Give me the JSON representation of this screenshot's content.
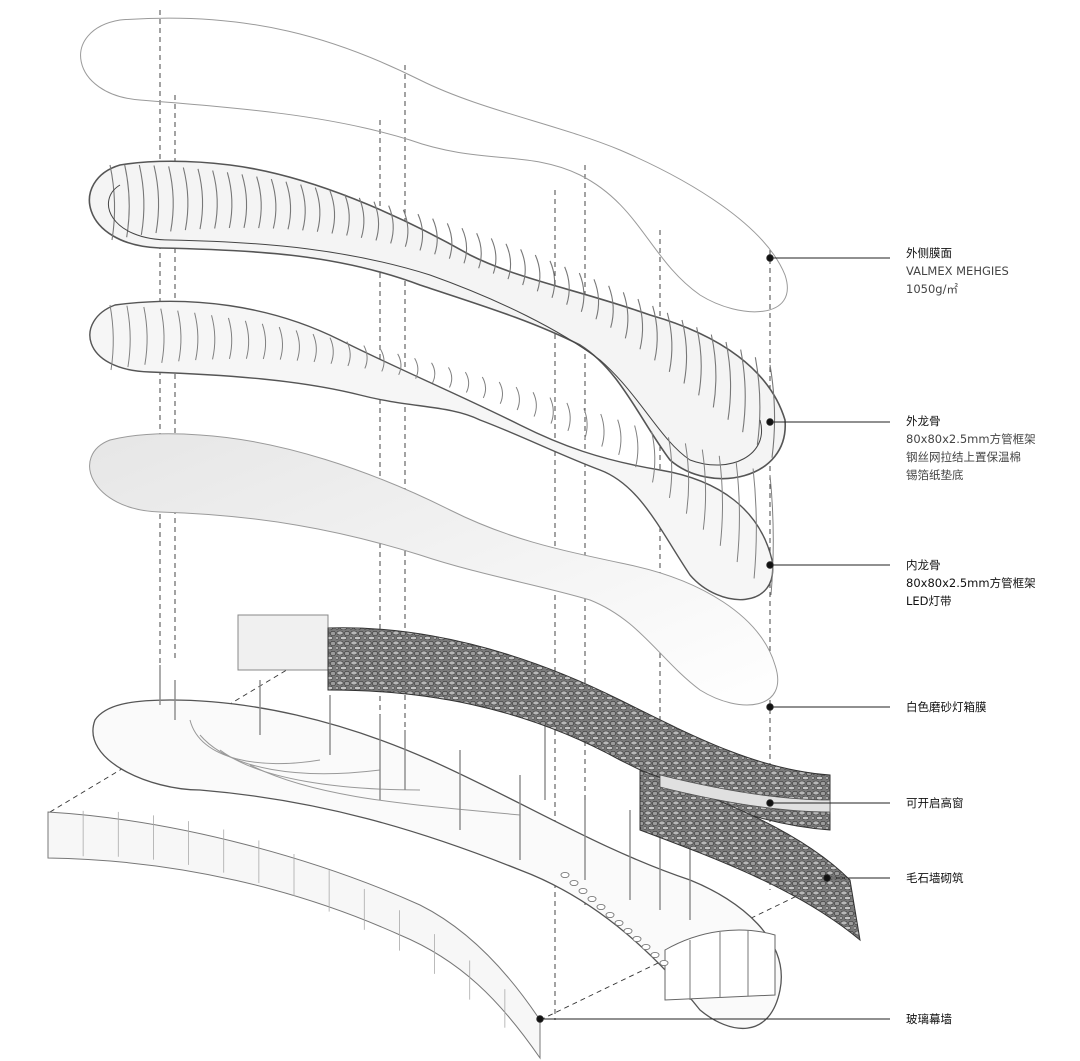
{
  "labels": [
    {
      "id": "outer-membrane",
      "lines": [
        "外侧膜面",
        "VALMEX MEHGIES",
        "1050g/㎡"
      ]
    },
    {
      "id": "outer-keel",
      "lines": [
        "外龙骨",
        "80x80x2.5mm方管框架",
        "钢丝网拉结上置保温棉",
        "锡箔纸垫底"
      ]
    },
    {
      "id": "inner-keel",
      "lines": [
        "内龙骨",
        "80x80x2.5mm方管框架",
        "LED灯带"
      ]
    },
    {
      "id": "lightbox-film",
      "lines": [
        "白色磨砂灯箱膜"
      ]
    },
    {
      "id": "openable-window",
      "lines": [
        "可开启高窗"
      ]
    },
    {
      "id": "rubble-wall",
      "lines": [
        "毛石墙砌筑"
      ]
    },
    {
      "id": "glass-curtain-wall",
      "lines": [
        "玻璃幕墙"
      ]
    }
  ],
  "colors": {
    "line": "#222222",
    "sketch": "#9a9a9a",
    "stone": "#6d6d6d",
    "fill": "#f1f1f1"
  }
}
